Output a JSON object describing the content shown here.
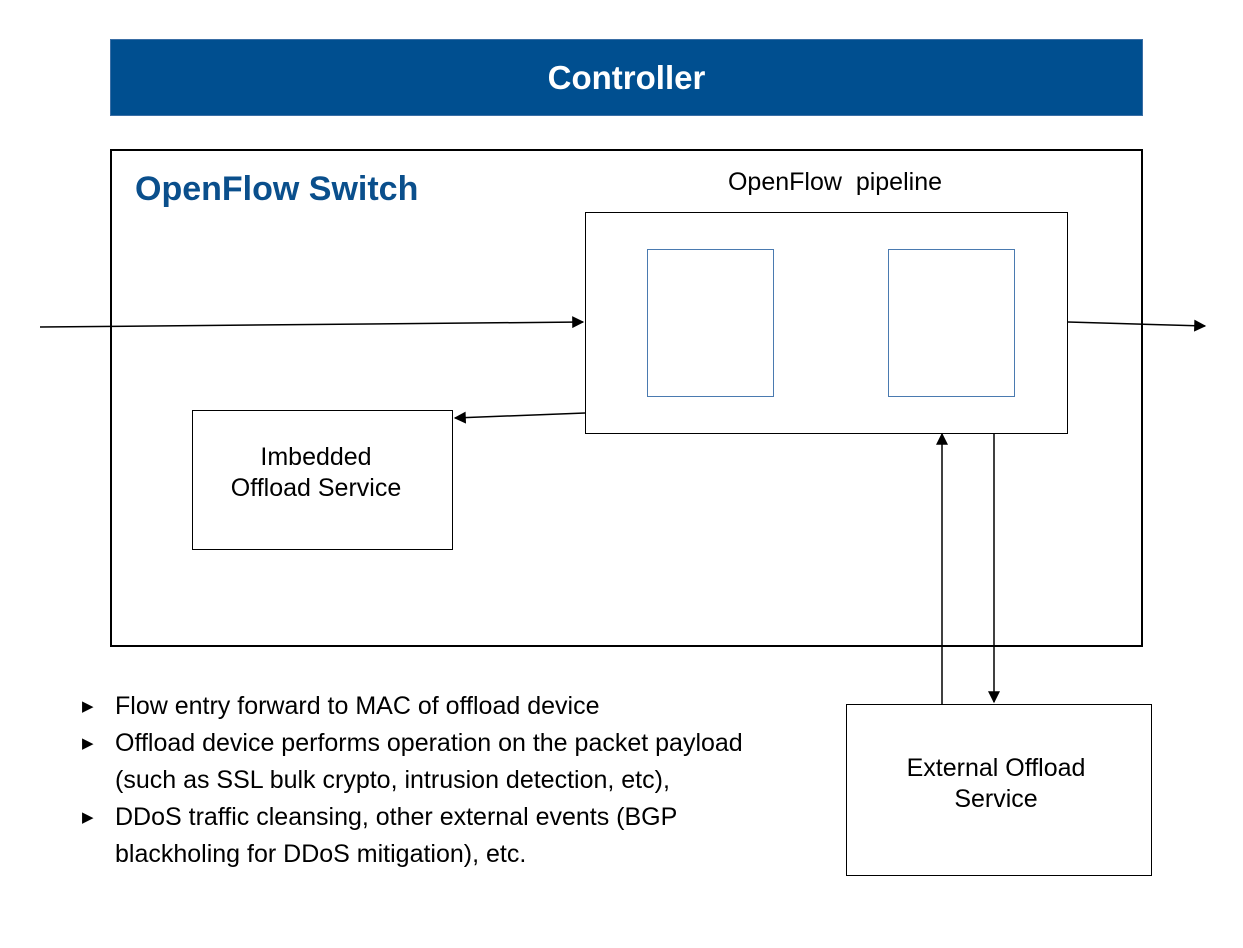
{
  "controller": {
    "label": "Controller",
    "color": "#004f90"
  },
  "switch": {
    "title": "OpenFlow Switch",
    "title_color": "#0a4f8c"
  },
  "pipeline": {
    "label": "OpenFlow  pipeline"
  },
  "imbedded_service": {
    "line1": "Imbedded",
    "line2": "Offload Service"
  },
  "external_service": {
    "line1": "External Offload",
    "line2": "Service"
  },
  "bullets": [
    {
      "lines": [
        "Flow entry forward to MAC of offload device"
      ]
    },
    {
      "lines": [
        "Offload device performs operation on the packet payload",
        "(such as SSL bulk crypto, intrusion detection, etc),"
      ]
    },
    {
      "lines": [
        "DDoS traffic cleansing, other external events (BGP",
        "blackholing for DDoS mitigation), etc."
      ]
    }
  ],
  "bullet_icon": "triangle-right-icon"
}
